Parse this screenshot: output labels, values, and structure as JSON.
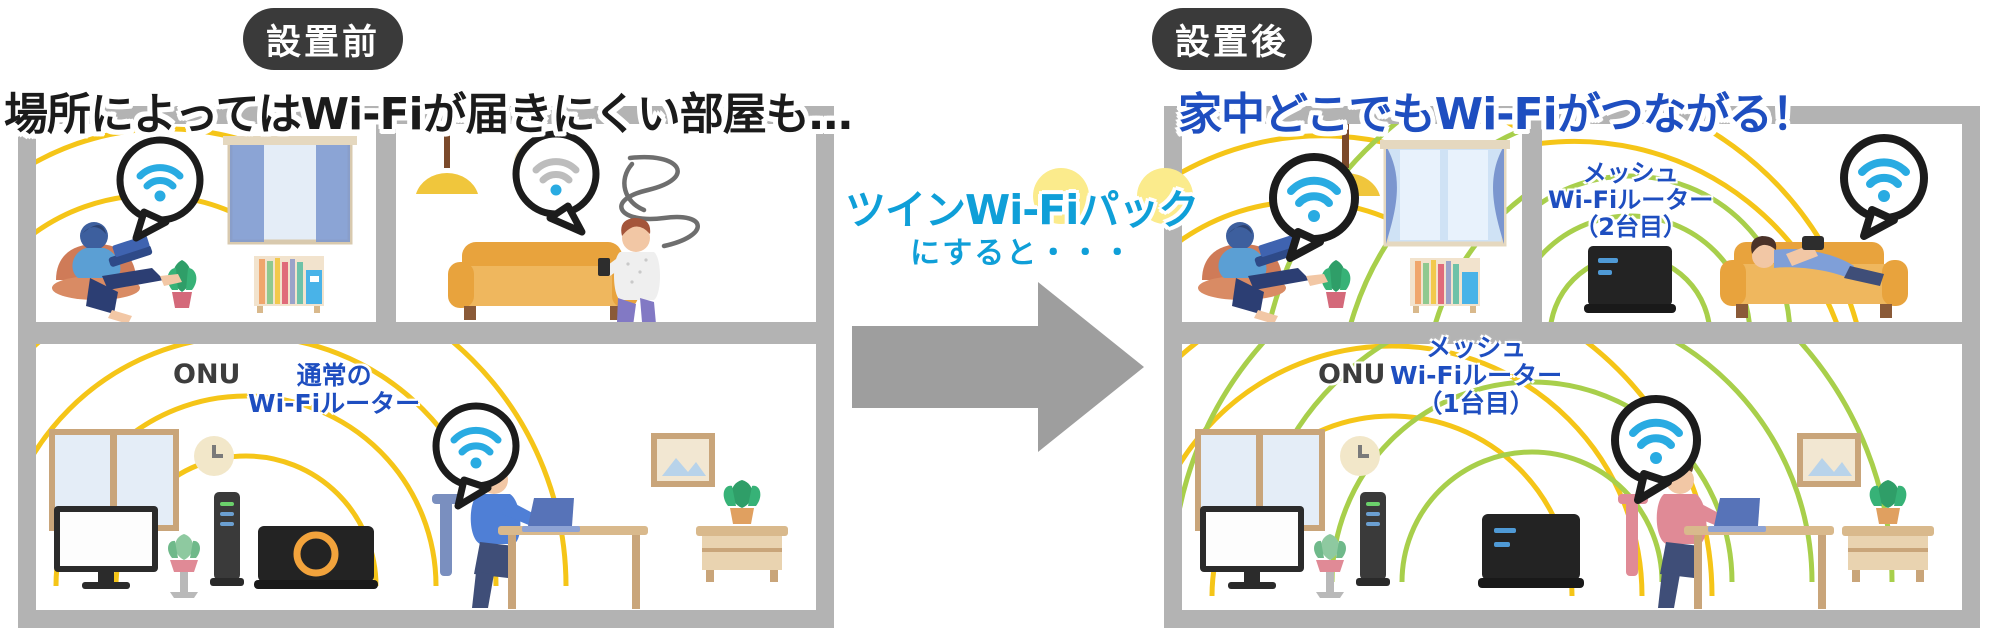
{
  "panels": {
    "before": {
      "badge": "設置前",
      "headline": "場所によってはWi-Fiが届きにくい部屋も…",
      "labels": {
        "onu": "ONU",
        "router_line1": "通常の",
        "router_line2": "Wi-Fiルーター"
      }
    },
    "after": {
      "badge": "設置後",
      "headline": "家中どこでもWi-Fiがつながる！",
      "labels": {
        "onu": "ONU",
        "mesh1_line1": "メッシュ",
        "mesh1_line2": "Wi-Fiルーター",
        "mesh1_line3": "（1台目）",
        "mesh2_line1": "メッシュ",
        "mesh2_line2": "Wi-Fiルーター",
        "mesh2_line3": "（2台目）"
      }
    }
  },
  "center": {
    "pack_title": "ツインWi-Fiパック",
    "pack_sub": "にすると・・・",
    "arrow_name": "right-arrow"
  },
  "colors": {
    "badge_bg": "#3a3a3a",
    "headline_before": "#1b1b1b",
    "headline_after": "#1e4ec0",
    "house_wall": "#b3b3b3",
    "arrow": "#9e9e9e",
    "wifi_arc_yellow": "#f5c518",
    "wifi_arc_green": "#a8cf4b",
    "wifi_blue": "#29abe2",
    "pack_cyan": "#0f9fd8",
    "pack_yellow": "#fbeb8c",
    "label_blue": "#1e4ec0",
    "label_gray": "#3d3d3d",
    "sofa": "#e8a33d",
    "lamp": "#f0c63c"
  }
}
